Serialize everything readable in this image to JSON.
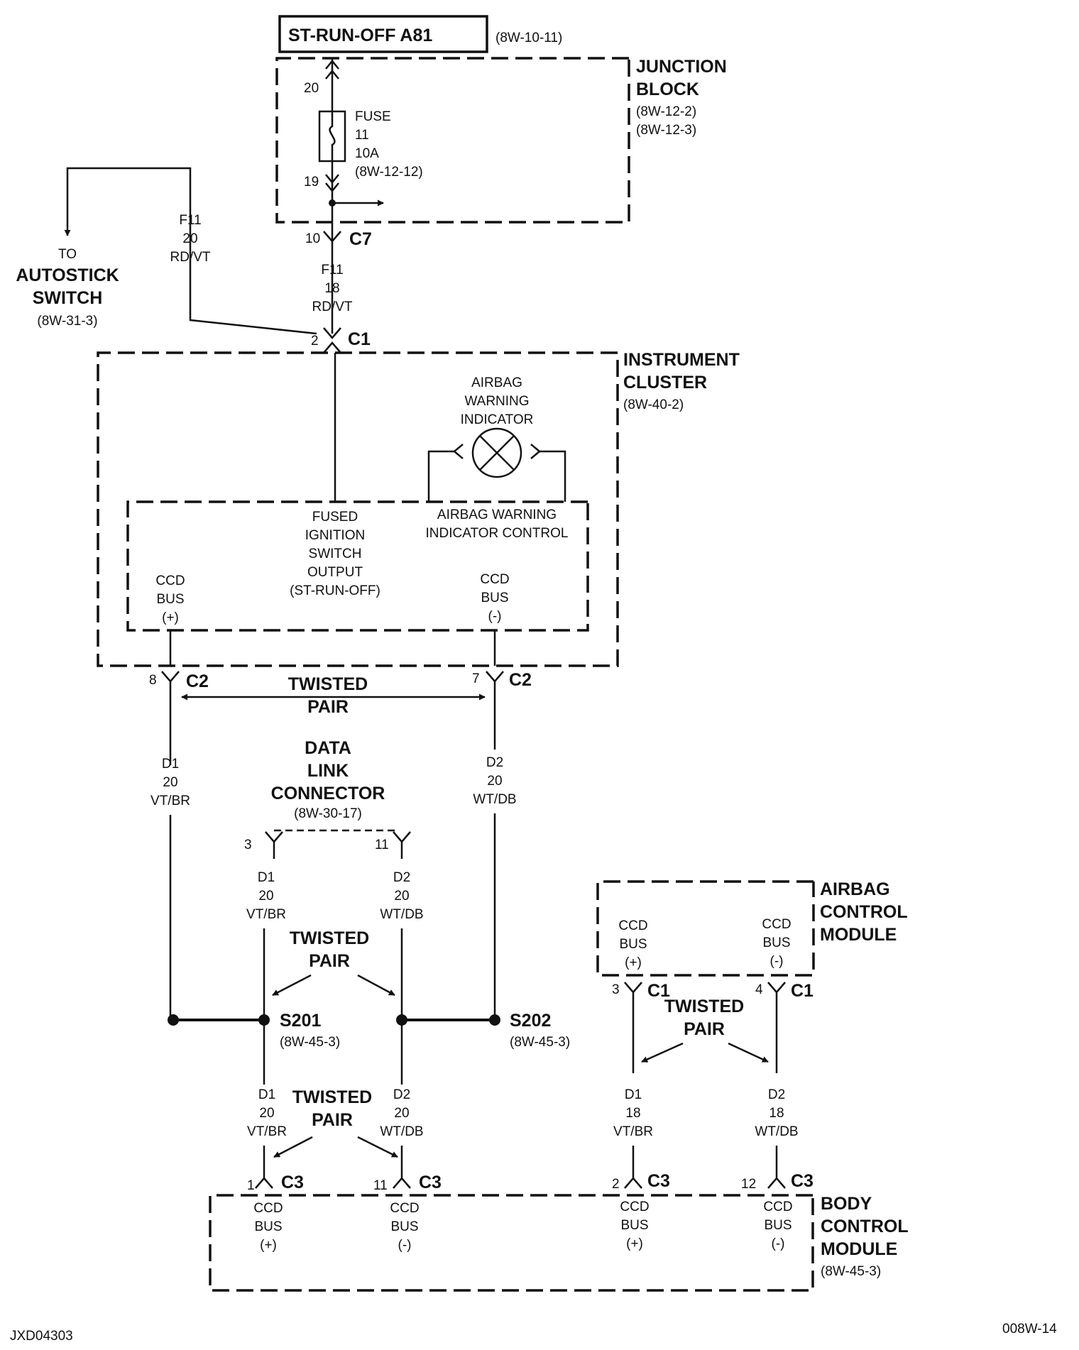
{
  "header": {
    "title": "ST-RUN-OFF A81",
    "ref": "(8W-10-11)"
  },
  "junction_block": {
    "name_l1": "JUNCTION",
    "name_l2": "BLOCK",
    "ref1": "(8W-12-2)",
    "ref2": "(8W-12-3)",
    "fuse_label": "FUSE",
    "fuse_num": "11",
    "fuse_amp": "10A",
    "fuse_ref": "(8W-12-12)",
    "pin_top": "20",
    "pin_bottom": "19"
  },
  "c7": {
    "pin": "10",
    "name": "C7"
  },
  "wire_f11_18": {
    "circuit": "F11",
    "gauge": "18",
    "color": "RD/VT"
  },
  "wire_f11_20": {
    "circuit": "F11",
    "gauge": "20",
    "color": "RD/VT"
  },
  "autostick": {
    "to": "TO",
    "l1": "AUTOSTICK",
    "l2": "SWITCH",
    "ref": "(8W-31-3)"
  },
  "c1_cluster": {
    "pin": "2",
    "name": "C1"
  },
  "instrument_cluster": {
    "name_l1": "INSTRUMENT",
    "name_l2": "CLUSTER",
    "ref": "(8W-40-2)",
    "lamp_l1": "AIRBAG",
    "lamp_l2": "WARNING",
    "lamp_l3": "INDICATOR",
    "fused_l1": "FUSED",
    "fused_l2": "IGNITION",
    "fused_l3": "SWITCH",
    "fused_l4": "OUTPUT",
    "fused_l5": "(ST-RUN-OFF)",
    "ctrl_l1": "AIRBAG WARNING",
    "ctrl_l2": "INDICATOR CONTROL",
    "ccd": "CCD",
    "bus": "BUS",
    "plus": "(+)",
    "minus": "(-)"
  },
  "c2_left": {
    "pin": "8",
    "name": "C2"
  },
  "c2_right": {
    "pin": "7",
    "name": "C2"
  },
  "twisted_l1": "TWISTED",
  "twisted_l2": "PAIR",
  "wire_d1_20": {
    "circuit": "D1",
    "gauge": "20",
    "color": "VT/BR"
  },
  "wire_d2_20": {
    "circuit": "D2",
    "gauge": "20",
    "color": "WT/DB"
  },
  "wire_d1_18": {
    "circuit": "D1",
    "gauge": "18",
    "color": "VT/BR"
  },
  "wire_d2_18": {
    "circuit": "D2",
    "gauge": "18",
    "color": "WT/DB"
  },
  "dlc": {
    "l1": "DATA",
    "l2": "LINK",
    "l3": "CONNECTOR",
    "ref": "(8W-30-17)",
    "pin_left": "3",
    "pin_right": "11"
  },
  "splice_s201": {
    "name": "S201",
    "ref": "(8W-45-3)"
  },
  "splice_s202": {
    "name": "S202",
    "ref": "(8W-45-3)"
  },
  "acm": {
    "l1": "AIRBAG",
    "l2": "CONTROL",
    "l3": "MODULE",
    "ccd": "CCD",
    "bus": "BUS",
    "plus": "(+)",
    "minus": "(-)",
    "pin_left": "3",
    "pin_right": "4",
    "conn": "C1"
  },
  "bcm": {
    "l1": "BODY",
    "l2": "CONTROL",
    "l3": "MODULE",
    "ref": "(8W-45-3)",
    "ccd": "CCD",
    "bus": "BUS",
    "plus": "(+)",
    "minus": "(-)",
    "pin1": "1",
    "pin11": "11",
    "pin2": "2",
    "pin12": "12",
    "conn": "C3"
  },
  "footer": {
    "left": "JXD04303",
    "right": "008W-14"
  }
}
